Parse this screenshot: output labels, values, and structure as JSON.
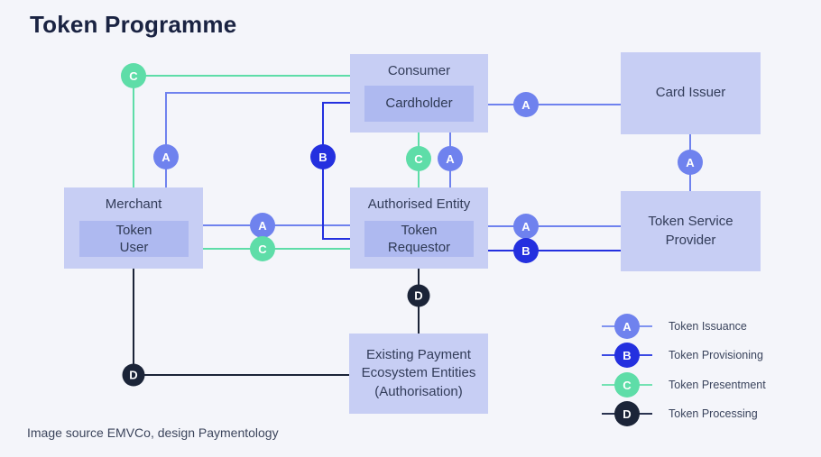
{
  "title": "Token Programme",
  "footer": "Image source EMVCo, design Paymentology",
  "colors": {
    "background": "#f4f5fa",
    "box_outer": "#c7cef4",
    "box_inner": "#aeb9f0",
    "flow_a": "#6f82ee",
    "flow_b": "#2430df",
    "flow_c": "#5edda8",
    "flow_d": "#1b2438",
    "title_text": "#1a2342"
  },
  "nodes": {
    "consumer": {
      "label": "Consumer"
    },
    "cardholder": {
      "label": "Cardholder"
    },
    "card_issuer": {
      "label": "Card Issuer"
    },
    "merchant": {
      "label": "Merchant"
    },
    "token_user": {
      "label": "Token User"
    },
    "authorised_entity": {
      "label": "Authorised Entity"
    },
    "token_requestor": {
      "label": "Token Requestor"
    },
    "token_service_provider": {
      "label": "Token Service Provider"
    },
    "existing_payment": {
      "label": "Existing Payment Ecosystem Entities (Authorisation)"
    }
  },
  "badges": {
    "a": "A",
    "b": "B",
    "c": "C",
    "d": "D"
  },
  "legend": [
    {
      "badge": "A",
      "label": "Token Issuance",
      "color": "#6f82ee"
    },
    {
      "badge": "B",
      "label": "Token Provisioning",
      "color": "#2430df"
    },
    {
      "badge": "C",
      "label": "Token Presentment",
      "color": "#5edda8"
    },
    {
      "badge": "D",
      "label": "Token Processing",
      "color": "#1b2438"
    }
  ]
}
